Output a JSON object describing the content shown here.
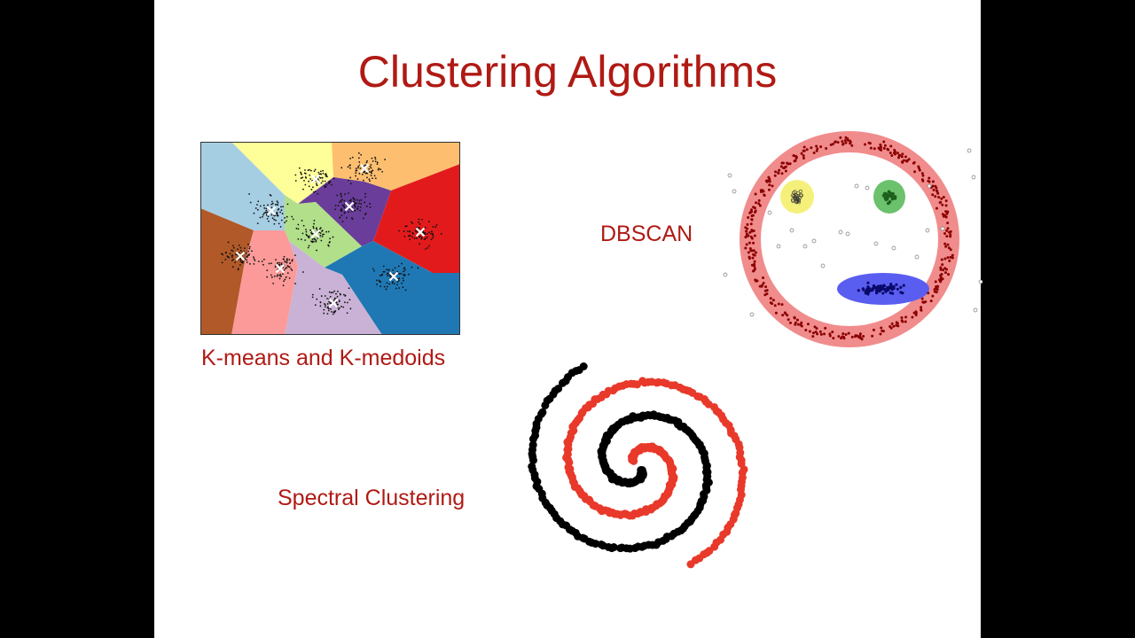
{
  "slide": {
    "title": "Clustering Algorithms",
    "labels": {
      "kmeans": "K-means and K-medoids",
      "dbscan": "DBSCAN",
      "spectral": "Spectral Clustering"
    }
  },
  "colors": {
    "title": "#b01a14",
    "label": "#b01a14",
    "spiral_red": "#e8392a",
    "spiral_black": "#000000",
    "dbscan_ring": "#f08080",
    "dbscan_yellow": "#f5f07a",
    "dbscan_green": "#6cc16c",
    "dbscan_blue": "#5a5ef0"
  },
  "kmeans": {
    "regions": 10,
    "centroid_marker": "×"
  }
}
